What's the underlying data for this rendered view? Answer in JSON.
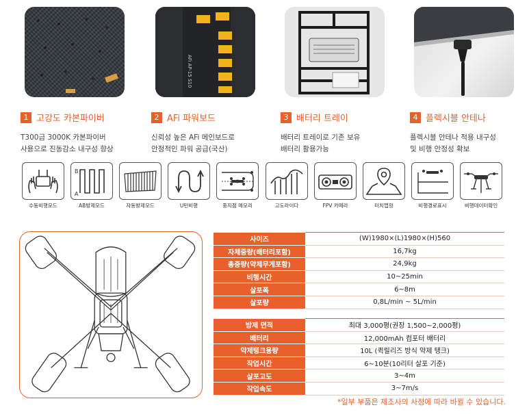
{
  "features": [
    {
      "num": "1",
      "title": "고강도 카본파이버",
      "desc1": "T300급 3000K 카본파이버",
      "desc2": "사용으로 진동감소 내구성 향상"
    },
    {
      "num": "2",
      "title": "AFi 파워보드",
      "desc1": "신뢰성 높은 AFi 메인보드로",
      "desc2": "안정적인 파워 공급(국산)"
    },
    {
      "num": "3",
      "title": "배터리 트레이",
      "desc1": "배터리 트레이로 기존 보유",
      "desc2": "배터리 활용가능"
    },
    {
      "num": "4",
      "title": "플렉시블 안테나",
      "desc1": "플렉시블 안테나 적용 내구성",
      "desc2": "및 비행 안정성 확보"
    }
  ],
  "board_label": "AFi AP-15 S10",
  "modes": [
    {
      "label": "수동비행모드",
      "icon": "hands-controller-icon"
    },
    {
      "label": "AB방제모드",
      "icon": "ab-pattern-icon",
      "a": "A",
      "b": "B"
    },
    {
      "label": "자동방제모드",
      "icon": "auto-spray-icon"
    },
    {
      "label": "U턴비행",
      "icon": "u-turn-icon"
    },
    {
      "label": "중지점 메모리",
      "icon": "breakpoint-memory-icon"
    },
    {
      "label": "고도라이다",
      "icon": "altitude-lidar-icon"
    },
    {
      "label": "FPV 카메라",
      "icon": "fpv-camera-icon"
    },
    {
      "label": "터치맵핑",
      "icon": "touch-mapping-icon"
    },
    {
      "label": "비행경로표시",
      "icon": "flight-path-icon"
    },
    {
      "label": "비행데이터확인",
      "icon": "flight-data-icon"
    }
  ],
  "spec_table_1": [
    {
      "key": "사이즈",
      "value": "(W)1980×(L)1980×(H)560"
    },
    {
      "key": "자체중량(배터리포함)",
      "value": "16,7kg"
    },
    {
      "key": "총중량(약제무게포함)",
      "value": "24,9kg"
    },
    {
      "key": "비행시간",
      "value": "10~25min"
    },
    {
      "key": "살포폭",
      "value": "6~8m"
    },
    {
      "key": "살포량",
      "value": "0,8L/min ~ 5L/min"
    }
  ],
  "spec_table_2": [
    {
      "key": "방제 면적",
      "value": "최대 3,000평(권장 1,500~2,000평)"
    },
    {
      "key": "배터리",
      "value": "12,000mAh 컴포터 배터리"
    },
    {
      "key": "약제탱크용량",
      "value": "10L (퀵릴리즈 방식 약제 탱크)"
    },
    {
      "key": "작업시간",
      "value": "6~10분(10리터 살포 기준)"
    },
    {
      "key": "살포고도",
      "value": "3~4m"
    },
    {
      "key": "작업속도",
      "value": "3~7m/s"
    }
  ],
  "note": "*일부 부품은 제조사의 사정에 따라 바뀔 수 있습니다.",
  "colors": {
    "accent": "#e8602c"
  }
}
